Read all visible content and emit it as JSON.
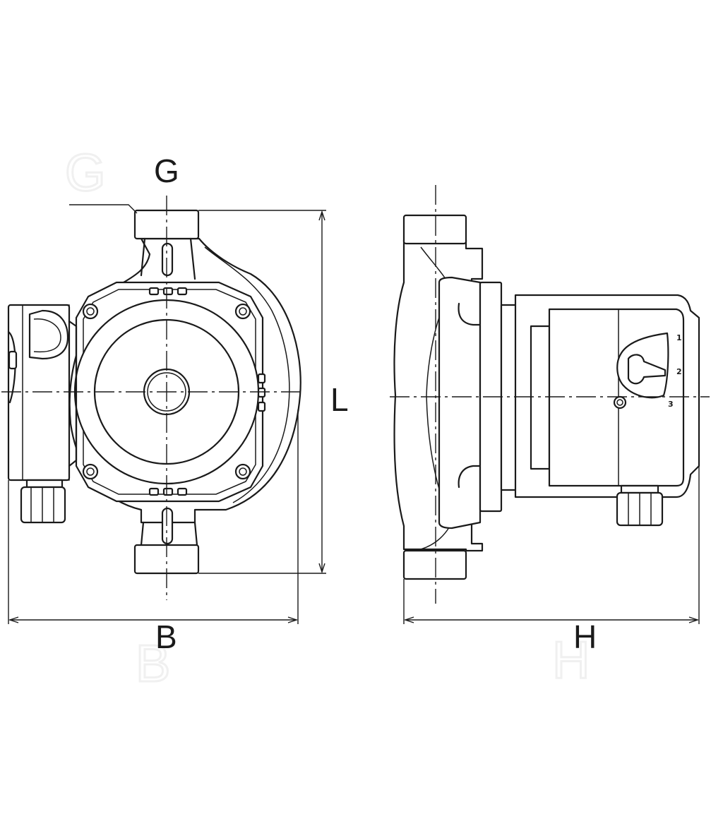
{
  "dimensions": {
    "g_label": "G",
    "l_label": "L",
    "b_label": "B",
    "h_label": "H"
  },
  "speed_selector": {
    "positions": [
      "1",
      "2",
      "3"
    ]
  },
  "colors": {
    "line": "#1a1a1a",
    "background": "#ffffff"
  }
}
